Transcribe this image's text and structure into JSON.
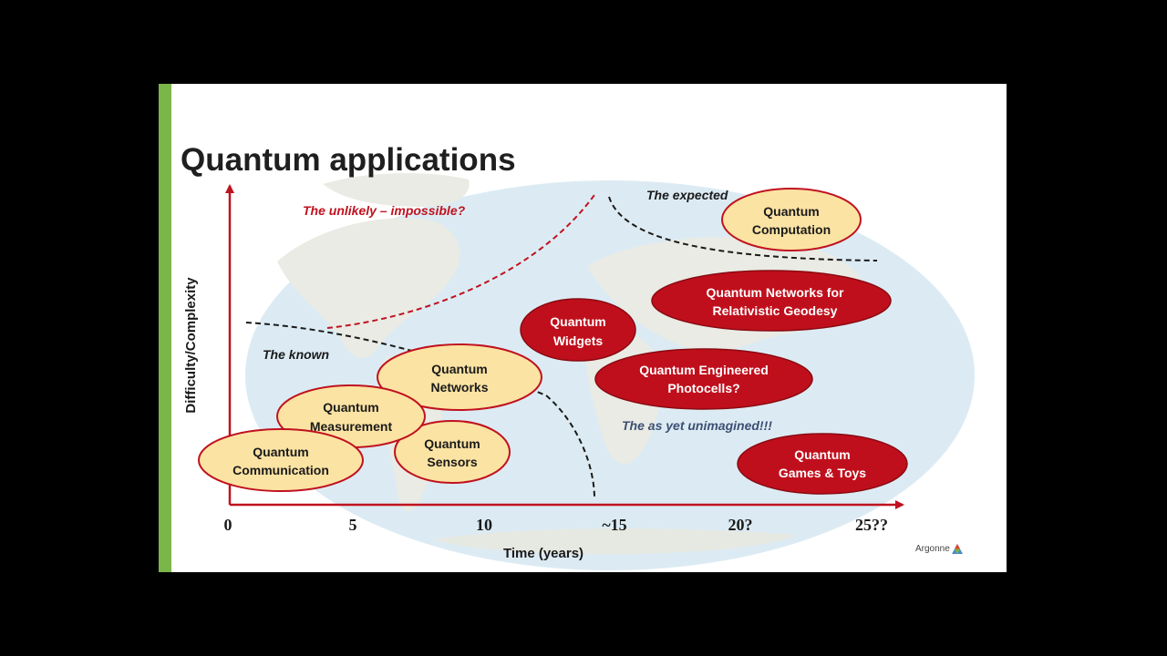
{
  "title": "Quantum applications",
  "axes": {
    "y_label": "Difficulty/Complexity",
    "x_label": "Time (years)",
    "x_ticks": [
      "0",
      "5",
      "10",
      "~15",
      "20?",
      "25??"
    ]
  },
  "regions": {
    "unlikely": "The unlikely – impossible?",
    "expected": "The expected",
    "known": "The known",
    "unimagined": "The as yet unimagined!!!"
  },
  "bubbles": {
    "computation": {
      "line1": "Quantum",
      "line2": "Computation"
    },
    "geodesy": {
      "line1": "Quantum Networks for",
      "line2": "Relativistic Geodesy"
    },
    "widgets": {
      "line1": "Quantum",
      "line2": "Widgets"
    },
    "photocells": {
      "line1": "Quantum Engineered",
      "line2": "Photocells?"
    },
    "networks": {
      "line1": "Quantum",
      "line2": "Networks"
    },
    "measurement": {
      "line1": "Quantum",
      "line2": "Measurement"
    },
    "communication": {
      "line1": "Quantum",
      "line2": "Communication"
    },
    "sensors": {
      "line1": "Quantum",
      "line2": "Sensors"
    },
    "games": {
      "line1": "Quantum",
      "line2": "Games & Toys"
    }
  },
  "logo": {
    "name": "Argonne",
    "icon": "argonne-triangle-icon"
  },
  "colors": {
    "accent_bar": "#7ab648",
    "axis": "#c0121f",
    "known_fill": "#fbe3a3",
    "known_stroke": "#c0121f",
    "future_fill": "#c00f1c",
    "map_ocean": "#dcebf3",
    "map_land": "#e9ebe4"
  }
}
